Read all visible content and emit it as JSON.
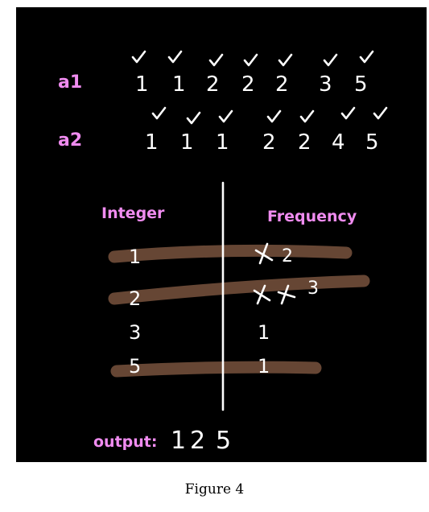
{
  "labels": {
    "a1": "a1",
    "a2": "a2",
    "integer": "Integer",
    "frequency": "Frequency",
    "output": "output:"
  },
  "arrays": {
    "a1": [
      "1",
      "1",
      "2",
      "2",
      "2",
      "3",
      "5"
    ],
    "a2": [
      "1",
      "1",
      "1",
      "2",
      "2",
      "4",
      "5"
    ]
  },
  "table": {
    "rows": [
      {
        "integer": "1",
        "frequency": "2"
      },
      {
        "integer": "2",
        "frequency": "3"
      },
      {
        "integer": "3",
        "frequency": "1"
      },
      {
        "integer": "5",
        "frequency": "1"
      }
    ]
  },
  "output_values": [
    "1",
    "2",
    "5"
  ],
  "caption": "Figure 4",
  "colors": {
    "background": "#000000",
    "label": "#f08cf0",
    "chalk": "#ffffff",
    "strike": "#6b4a37"
  }
}
